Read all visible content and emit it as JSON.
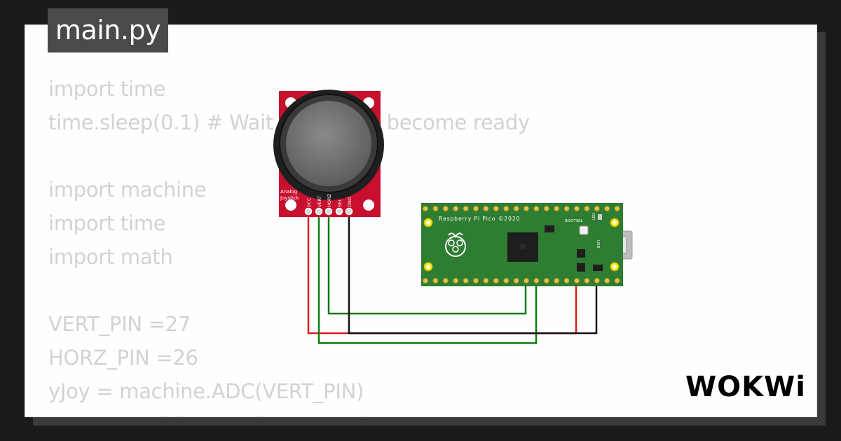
{
  "file": {
    "name": "main.py"
  },
  "code": {
    "lines": [
      "import time",
      "time.sleep(0.1) # Wait for USB to become ready",
      "",
      "import machine",
      "import time",
      "import math",
      "",
      "VERT_PIN =27",
      "HORZ_PIN =26",
      "yJoy = machine.ADC(VERT_PIN)",
      "xJoy = machine.ADC(HORZ_PIN)"
    ]
  },
  "joystick": {
    "label_line1": "Analog",
    "label_line2": "Joystick",
    "pins": [
      "VCC",
      "VERT",
      "HORZ",
      "SEL",
      "GND"
    ],
    "board_color": "#c8102e"
  },
  "pico": {
    "title": "Raspberry Pi Pico ©2020",
    "bootsel_label": "BOOTSEL",
    "usb_label": "USB",
    "led_label": "LED",
    "board_color": "#2e7d32"
  },
  "wires": {
    "red": "#e01b1b",
    "green": "#0b7d0b",
    "black": "#111111"
  },
  "brand": {
    "name": "WOKWi"
  }
}
